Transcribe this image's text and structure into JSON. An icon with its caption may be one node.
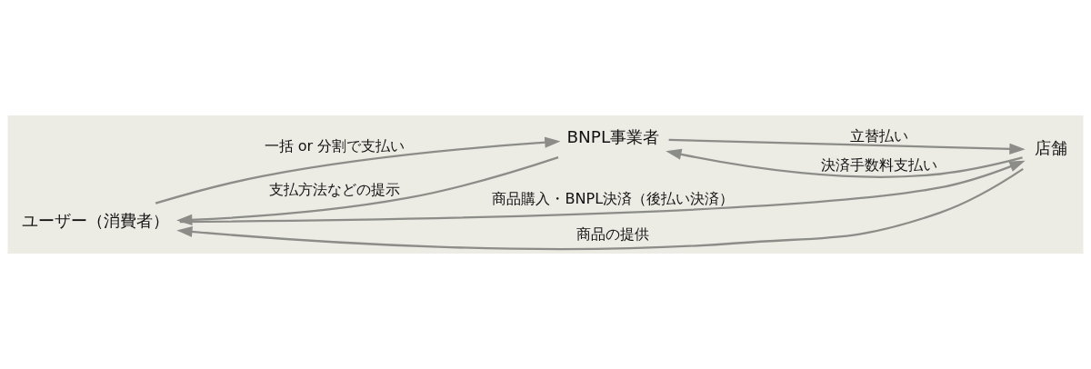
{
  "diagram": {
    "nodes": [
      {
        "text": [
          "ユーザー（消費者）"
        ]
      },
      {
        "text": [
          "BNPL事業者"
        ]
      },
      {
        "text": [
          "店舗"
        ]
      }
    ],
    "edges": [
      {
        "from": 1,
        "to": 0,
        "arrow": "to",
        "label": "支払方法などの提示"
      },
      {
        "from": 0,
        "to": 1,
        "arrow": "to",
        "label": "一括 or 分割で支払い"
      },
      {
        "from": 1,
        "to": 2,
        "arrow": "to",
        "label": "立替払い"
      },
      {
        "from": 2,
        "to": 1,
        "arrow": "to",
        "label": "決済手数料支払い"
      },
      {
        "from": 0,
        "to": 2,
        "arrow": "to",
        "label": "商品購入・BNPL決済（後払い決済）"
      },
      {
        "from": 2,
        "to": 0,
        "arrow": "to",
        "label": "商品の提供"
      }
    ]
  }
}
